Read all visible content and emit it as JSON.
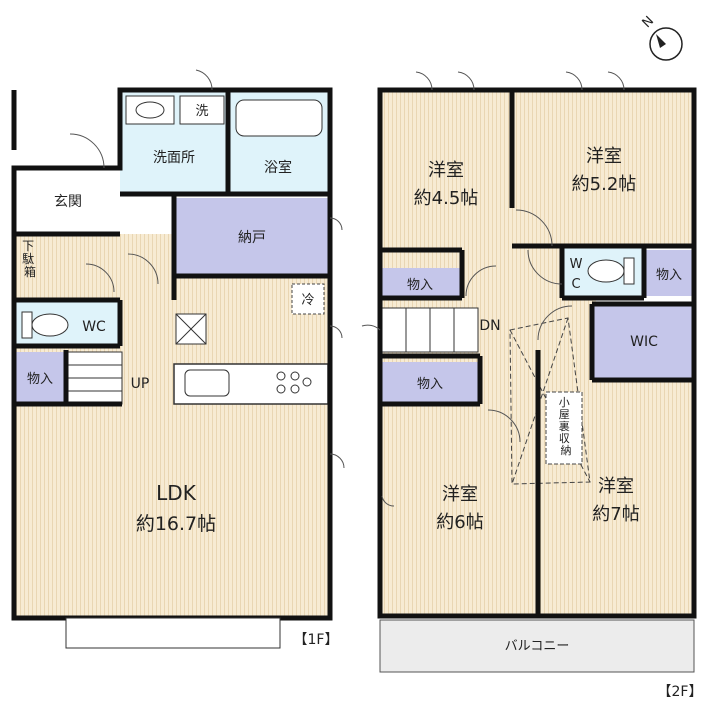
{
  "floor1": {
    "tag": "【1F】",
    "rooms": {
      "senmen": "洗面所",
      "sen": "洗",
      "yokushitsu": "浴室",
      "genkan": "玄関",
      "getabako": "下駄箱",
      "nando": "納戸",
      "wc": "WC",
      "monoire": "物入",
      "up": "UP",
      "rei": "冷",
      "ldk_name": "LDK",
      "ldk_size": "約16.7帖"
    }
  },
  "floor2": {
    "tag": "【2F】",
    "rooms": {
      "room45_name": "洋室",
      "room45_size": "約4.5帖",
      "room52_name": "洋室",
      "room52_size": "約5.2帖",
      "monoire_a": "物入",
      "monoire_b": "物入",
      "monoire_c": "物入",
      "wc_w": "W",
      "wc_c": "C",
      "dn": "DN",
      "wic": "WIC",
      "koyaura": "小屋裏収納",
      "room6_name": "洋室",
      "room6_size": "約6帖",
      "room7_name": "洋室",
      "room7_size": "約7帖",
      "balcony": "バルコニー"
    }
  },
  "compass": {
    "label": "N"
  },
  "colors": {
    "floor_stripe": "#f7ebd3",
    "wet_area": "#dff3fa",
    "storage": "#c5c6ea",
    "balcony": "#ececec",
    "wall": "#111111"
  }
}
